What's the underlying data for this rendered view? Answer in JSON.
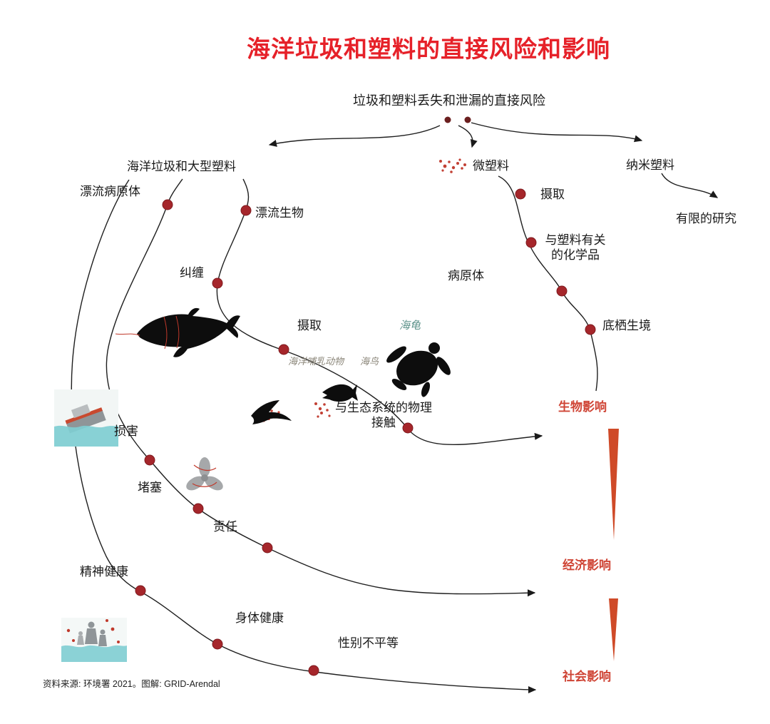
{
  "title": "海洋垃圾和塑料的直接风险和影响",
  "subtitle": "垃圾和塑料丢失和泄漏的直接风险",
  "branches": {
    "macroplastics": "海洋垃圾和大型塑料",
    "microplastics": "微塑料",
    "nanoplastics": "纳米塑料",
    "limited_research": "有限的研究"
  },
  "biological_path": {
    "drifting_organisms": "漂流生物",
    "entanglement": "纠缠",
    "ingestion": "摄取",
    "physical_contact": "与生态系统的物理接触"
  },
  "micro_path": {
    "ingestion": "摄取",
    "chemicals": "与塑料有关的化学品",
    "pathogens": "病原体",
    "benthic_habitat": "底栖生境"
  },
  "economic_path": {
    "drifting_pathogens": "漂流病原体",
    "damage": "损害",
    "blockage": "堵塞",
    "liability": "责任"
  },
  "social_path": {
    "mental_health": "精神健康",
    "physical_health": "身体健康",
    "gender_inequality": "性别不平等"
  },
  "species": {
    "marine_mammals": "海洋哺乳动物",
    "seabirds": "海鸟",
    "sea_turtle": "海龟"
  },
  "impacts": {
    "biological": "生物影响",
    "economic": "经济影响",
    "social": "社会影响"
  },
  "source": "资料来源: 环境署 2021。图解: GRID-Arendal",
  "colors": {
    "title_red": "#e62129",
    "impact_red": "#cf4435",
    "node_dot": "#a5262b",
    "arrow_red": "#cf4a28",
    "water_teal": "#7fcdd1"
  }
}
